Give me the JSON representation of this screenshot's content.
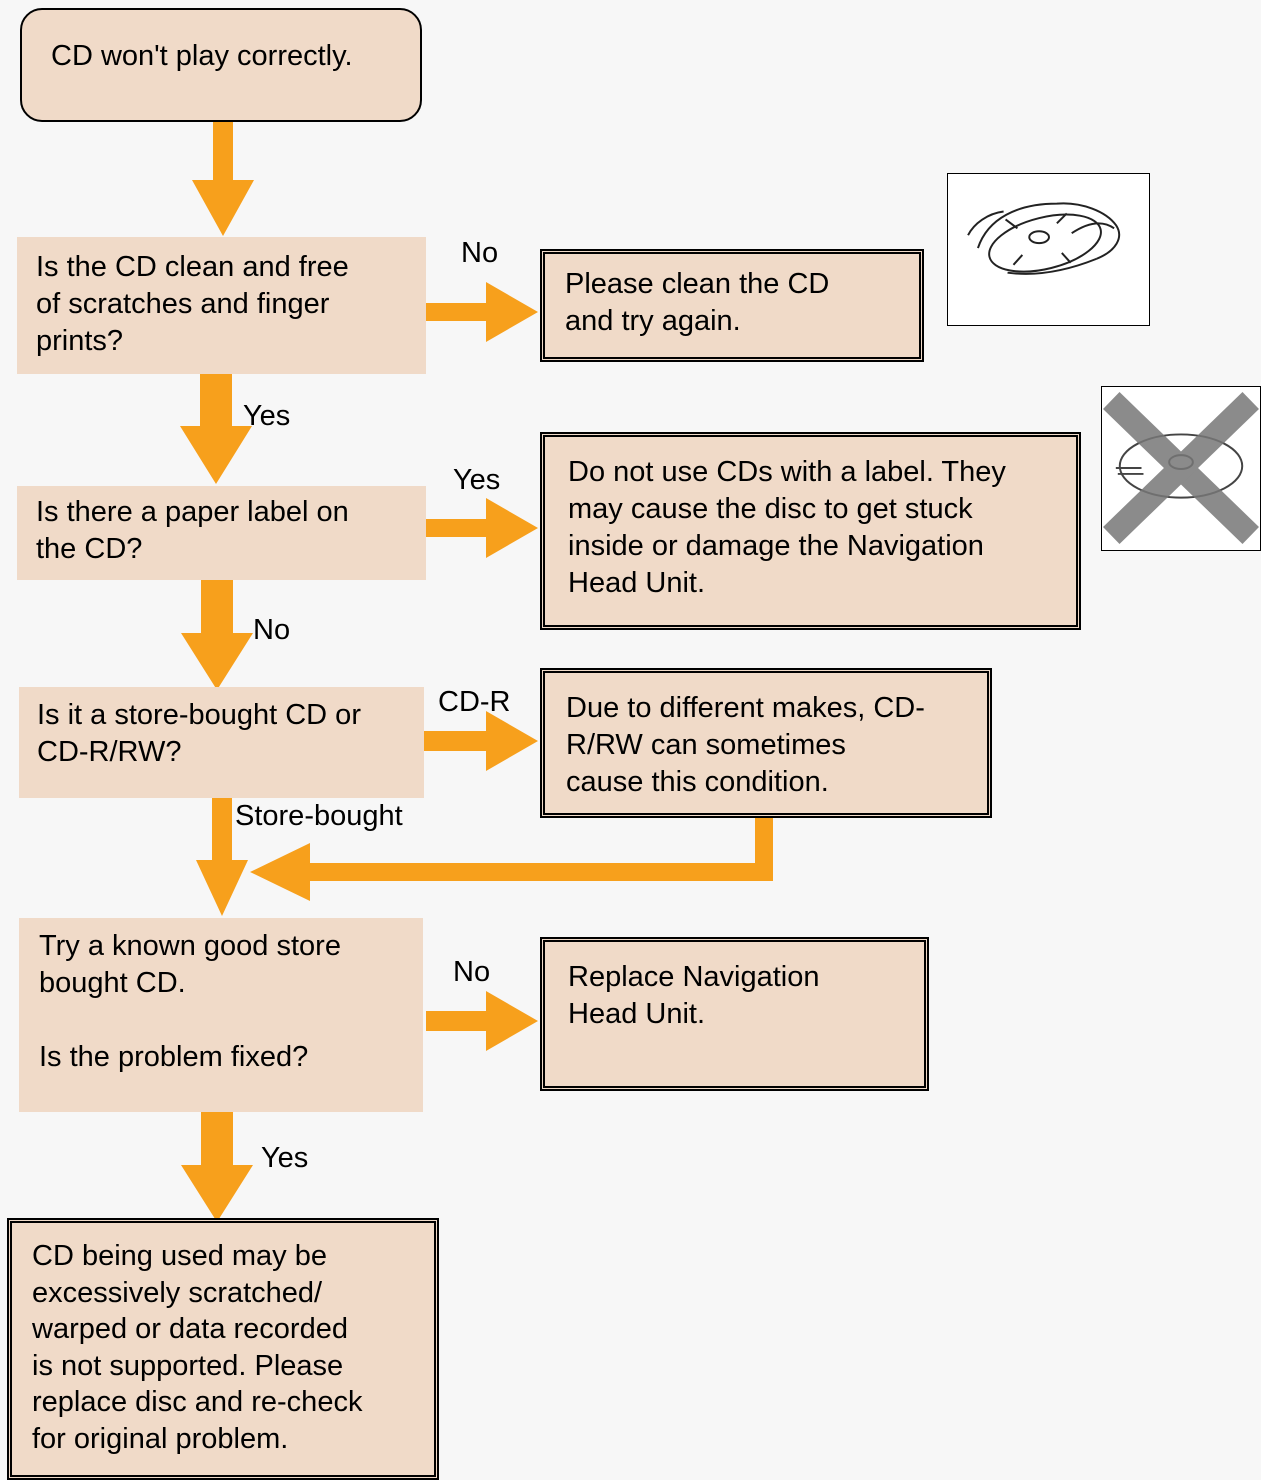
{
  "colors": {
    "arrow": "#f7a01c",
    "box_fill": "#f0dac8",
    "background": "#f7f7f7"
  },
  "nodes": {
    "start": "CD won't play correctly.",
    "q_clean": "Is the CD clean and free\nof scratches and finger\nprints?",
    "r_clean": "Please clean the CD\nand try again.",
    "q_label": "Is there a paper label on\nthe CD?",
    "r_label": "Do not use CDs with a label. They\nmay cause the disc to get stuck\ninside or damage the Navigation\nHead Unit.",
    "q_type": "Is it a store-bought CD or\nCD-R/RW?",
    "r_type": "Due to different makes, CD-\nR/RW can sometimes\ncause this condition.",
    "q_known": "Try a known good store\nbought CD.\n\nIs the problem fixed?",
    "r_replace": "Replace Navigation\nHead Unit.",
    "r_final": "CD being used may be\nexcessively scratched/\nwarped or data recorded\nis not supported.  Please\nreplace disc and re-check\nfor original problem."
  },
  "edge_labels": {
    "clean_no": "No",
    "clean_yes": "Yes",
    "label_yes": "Yes",
    "label_no": "No",
    "type_cdr": "CD-R",
    "type_store": "Store-bought",
    "known_no": "No",
    "known_yes": "Yes"
  },
  "icons": {
    "cleaning": "hand-wiping-cd-icon",
    "no_label": "crossed-out-labeled-cd-icon"
  }
}
